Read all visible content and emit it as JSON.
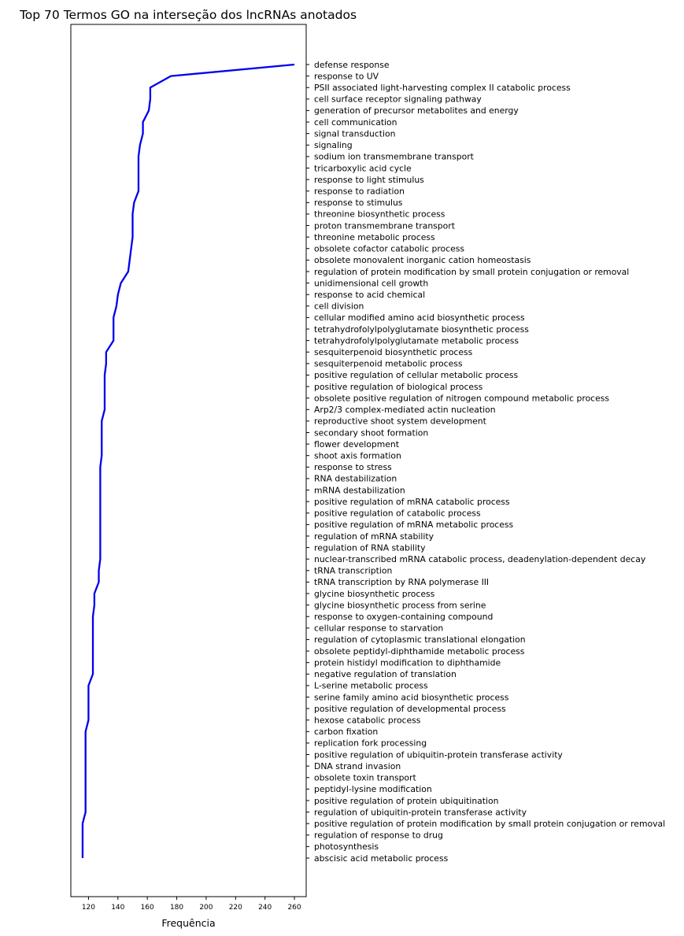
{
  "chart_data": {
    "type": "line",
    "title": "Top 70 Termos GO na interseção dos lncRNAs anotados",
    "xlabel": "Frequência",
    "ylabel": "",
    "xlim": [
      108,
      268
    ],
    "xticks": [
      120,
      140,
      160,
      180,
      200,
      220,
      240,
      260
    ],
    "grid": false,
    "legend": "none",
    "line_color": "#0000ee",
    "orientation": "horizontal-categories",
    "categories": [
      "defense response",
      "response to UV",
      "PSII associated light-harvesting complex II catabolic process",
      "cell surface receptor signaling pathway",
      "generation of precursor metabolites and energy",
      "cell communication",
      "signal transduction",
      "signaling",
      "sodium ion transmembrane transport",
      "tricarboxylic acid cycle",
      "response to light stimulus",
      "response to radiation",
      "response to stimulus",
      "threonine biosynthetic process",
      "proton transmembrane transport",
      "threonine metabolic process",
      "obsolete cofactor catabolic process",
      "obsolete monovalent inorganic cation homeostasis",
      "regulation of protein modification by small protein conjugation or removal",
      "unidimensional cell growth",
      "response to acid chemical",
      "cell division",
      "cellular modified amino acid biosynthetic process",
      "tetrahydrofolylpolyglutamate biosynthetic process",
      "tetrahydrofolylpolyglutamate metabolic process",
      "sesquiterpenoid biosynthetic process",
      "sesquiterpenoid metabolic process",
      "positive regulation of cellular metabolic process",
      "positive regulation of biological process",
      "obsolete positive regulation of nitrogen compound metabolic process",
      "Arp2/3 complex-mediated actin nucleation",
      "reproductive shoot system development",
      "secondary shoot formation",
      "flower development",
      "shoot axis formation",
      "response to stress",
      "RNA destabilization",
      "mRNA destabilization",
      "positive regulation of mRNA catabolic process",
      "positive regulation of catabolic process",
      "positive regulation of mRNA metabolic process",
      "regulation of mRNA stability",
      "regulation of RNA stability",
      "nuclear-transcribed mRNA catabolic process, deadenylation-dependent decay",
      "tRNA transcription",
      "tRNA transcription by RNA polymerase III",
      "glycine biosynthetic process",
      "glycine biosynthetic process from serine",
      "response to oxygen-containing compound",
      "cellular response to starvation",
      "regulation of cytoplasmic translational elongation",
      "obsolete peptidyl-diphthamide metabolic process",
      "protein histidyl modification to diphthamide",
      "negative regulation of translation",
      "L-serine metabolic process",
      "serine family amino acid biosynthetic process",
      "positive regulation of developmental process",
      "hexose catabolic process",
      "carbon fixation",
      "replication fork processing",
      "positive regulation of ubiquitin-protein transferase activity",
      "DNA strand invasion",
      "obsolete toxin transport",
      "peptidyl-lysine modification",
      "positive regulation of protein ubiquitination",
      "regulation of ubiquitin-protein transferase activity",
      "positive regulation of protein modification by small protein conjugation or removal",
      "regulation of response to drug",
      "photosynthesis",
      "abscisic acid metabolic process"
    ],
    "values": [
      260,
      176,
      162,
      162,
      161,
      157,
      157,
      155,
      154,
      154,
      154,
      154,
      151,
      150,
      150,
      150,
      149,
      148,
      147,
      142,
      140,
      139,
      137,
      137,
      137,
      132,
      132,
      131,
      131,
      131,
      131,
      129,
      129,
      129,
      129,
      128,
      128,
      128,
      128,
      128,
      128,
      128,
      128,
      128,
      127,
      127,
      124,
      124,
      123,
      123,
      123,
      123,
      123,
      123,
      120,
      120,
      120,
      120,
      118,
      118,
      118,
      118,
      118,
      118,
      118,
      118,
      116,
      116,
      116,
      116
    ]
  }
}
